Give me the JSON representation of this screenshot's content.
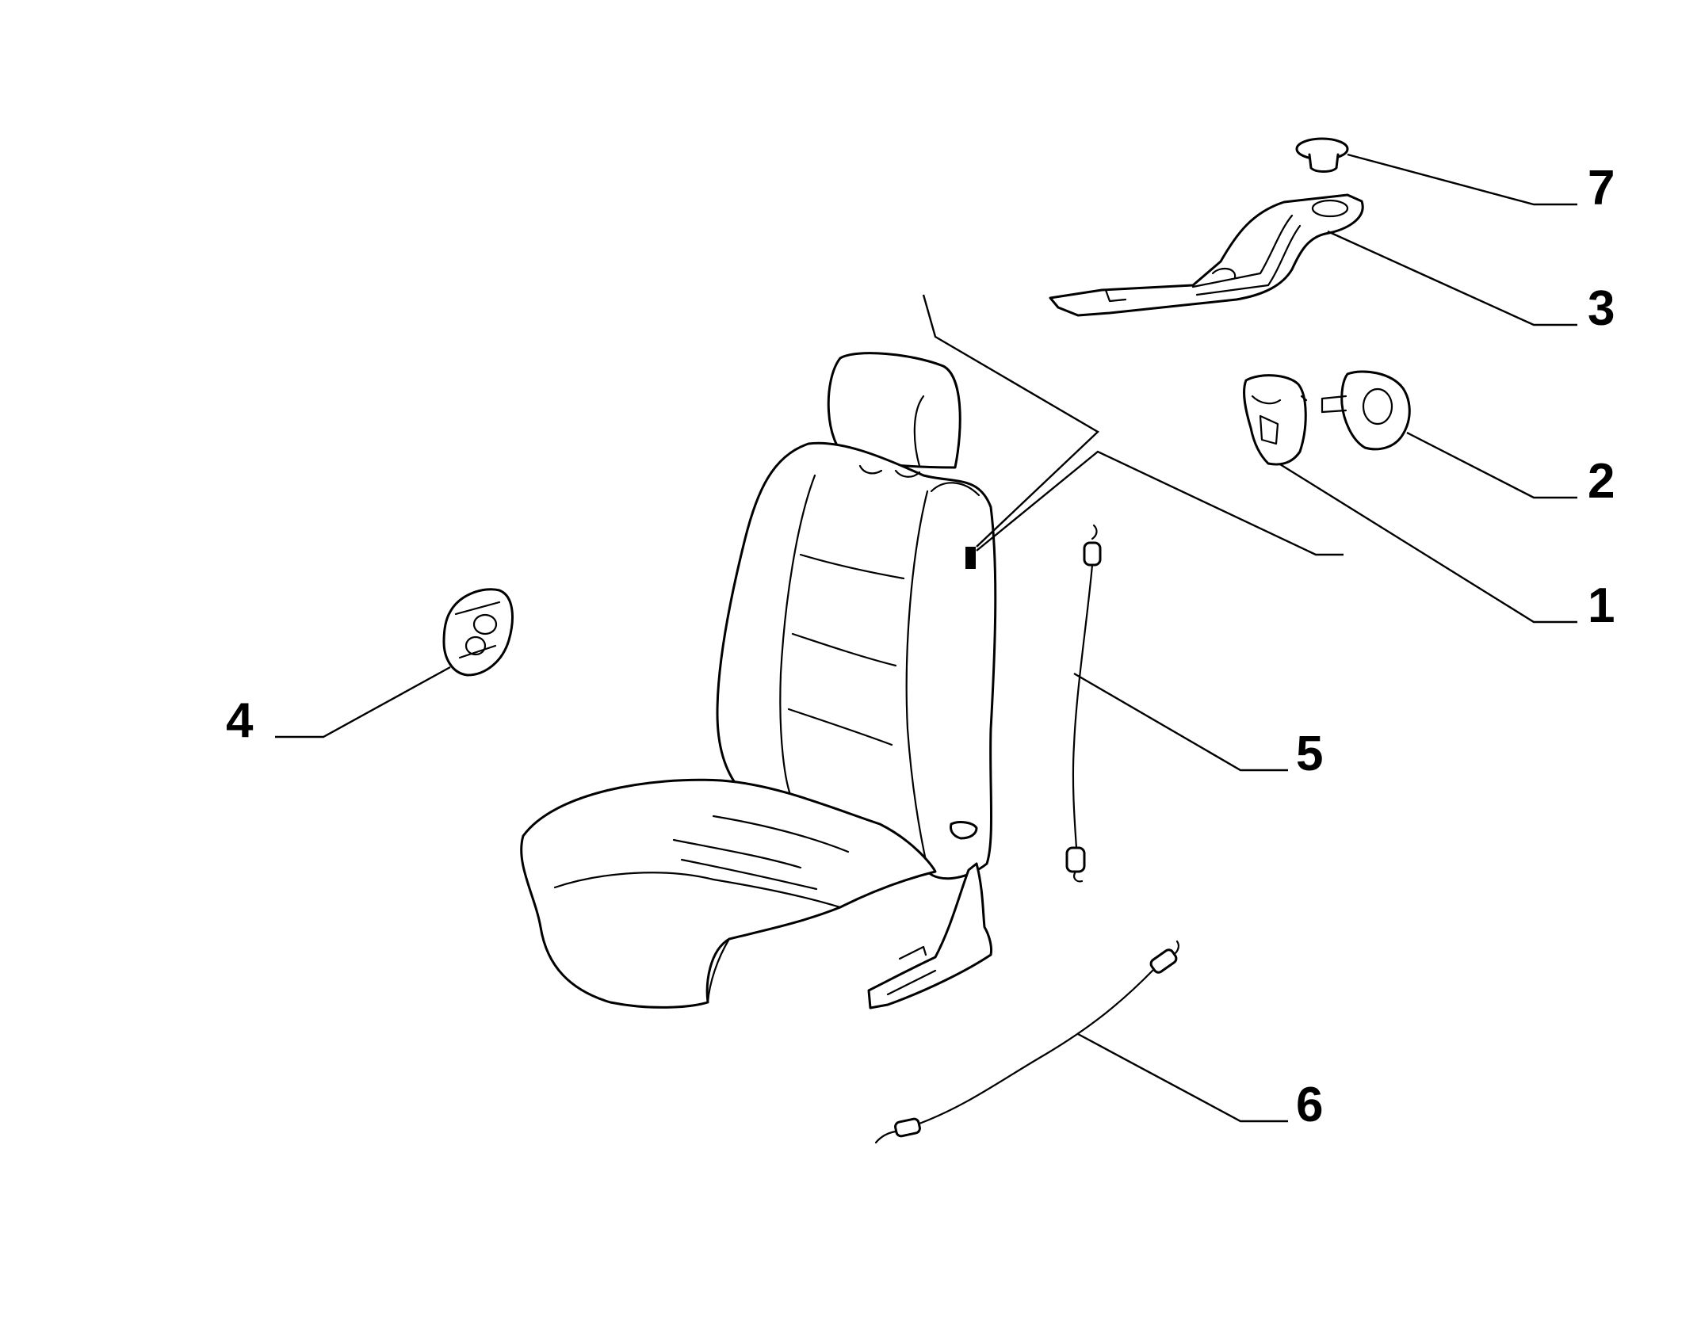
{
  "diagram": {
    "callouts": [
      {
        "id": "1",
        "label": "1",
        "part": "seat-adjust-knob"
      },
      {
        "id": "2",
        "label": "2",
        "part": "recliner-handwheel"
      },
      {
        "id": "3",
        "label": "3",
        "part": "support-bracket"
      },
      {
        "id": "4",
        "label": "4",
        "part": "lumbar-knob"
      },
      {
        "id": "5",
        "label": "5",
        "part": "backrest-cable"
      },
      {
        "id": "6",
        "label": "6",
        "part": "seat-cable"
      },
      {
        "id": "7",
        "label": "7",
        "part": "push-clip"
      }
    ],
    "line_color": "#000000",
    "background": "#ffffff"
  }
}
